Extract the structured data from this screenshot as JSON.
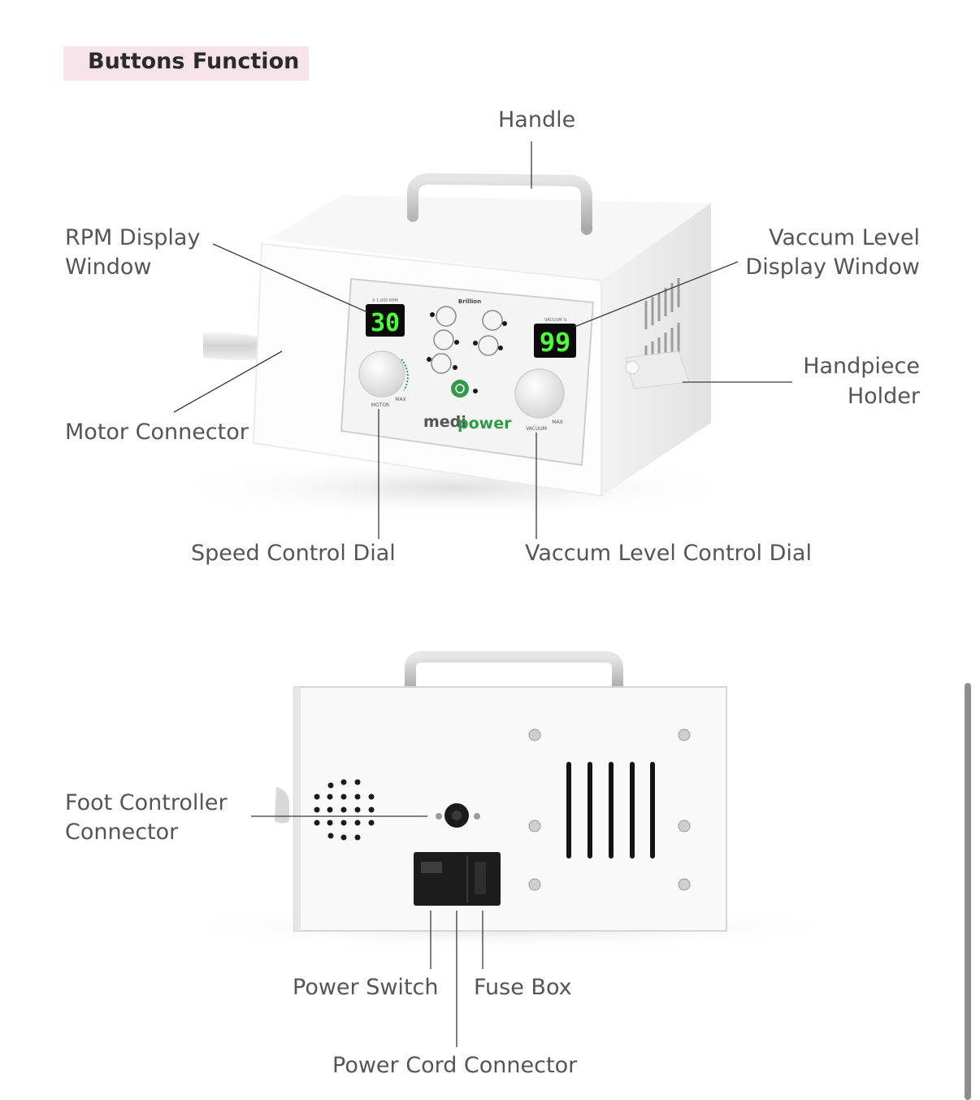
{
  "section": {
    "title": "Buttons Function"
  },
  "front_view": {
    "labels": {
      "handle": "Handle",
      "rpm_display": [
        "RPM Display",
        "Window"
      ],
      "vacuum_display": [
        "Vaccum Level",
        "Display Window"
      ],
      "handpiece_holder": [
        "Handpiece",
        "Holder"
      ],
      "motor_connector": "Motor Connector",
      "speed_dial": "Speed Control Dial",
      "vacuum_dial": "Vaccum Level Control Dial"
    },
    "device": {
      "brand_prefix": "medi",
      "brand_suffix": "power",
      "maker": "Brillion",
      "rpm_value": "30",
      "rpm_unit": "X 1,000 RPM",
      "vacuum_value": "99",
      "vacuum_unit": "VACUUM %",
      "motor_dial_label": "MOTOR",
      "vacuum_dial_label": "VACUUM",
      "max_label": "MAX",
      "accent_color": "#2f9b48",
      "led_color": "#4cff3a"
    }
  },
  "back_view": {
    "labels": {
      "foot_controller": [
        "Foot Controller",
        "Connector"
      ],
      "power_switch": "Power Switch",
      "fuse_box": "Fuse Box",
      "power_cord": "Power Cord Connector"
    }
  }
}
